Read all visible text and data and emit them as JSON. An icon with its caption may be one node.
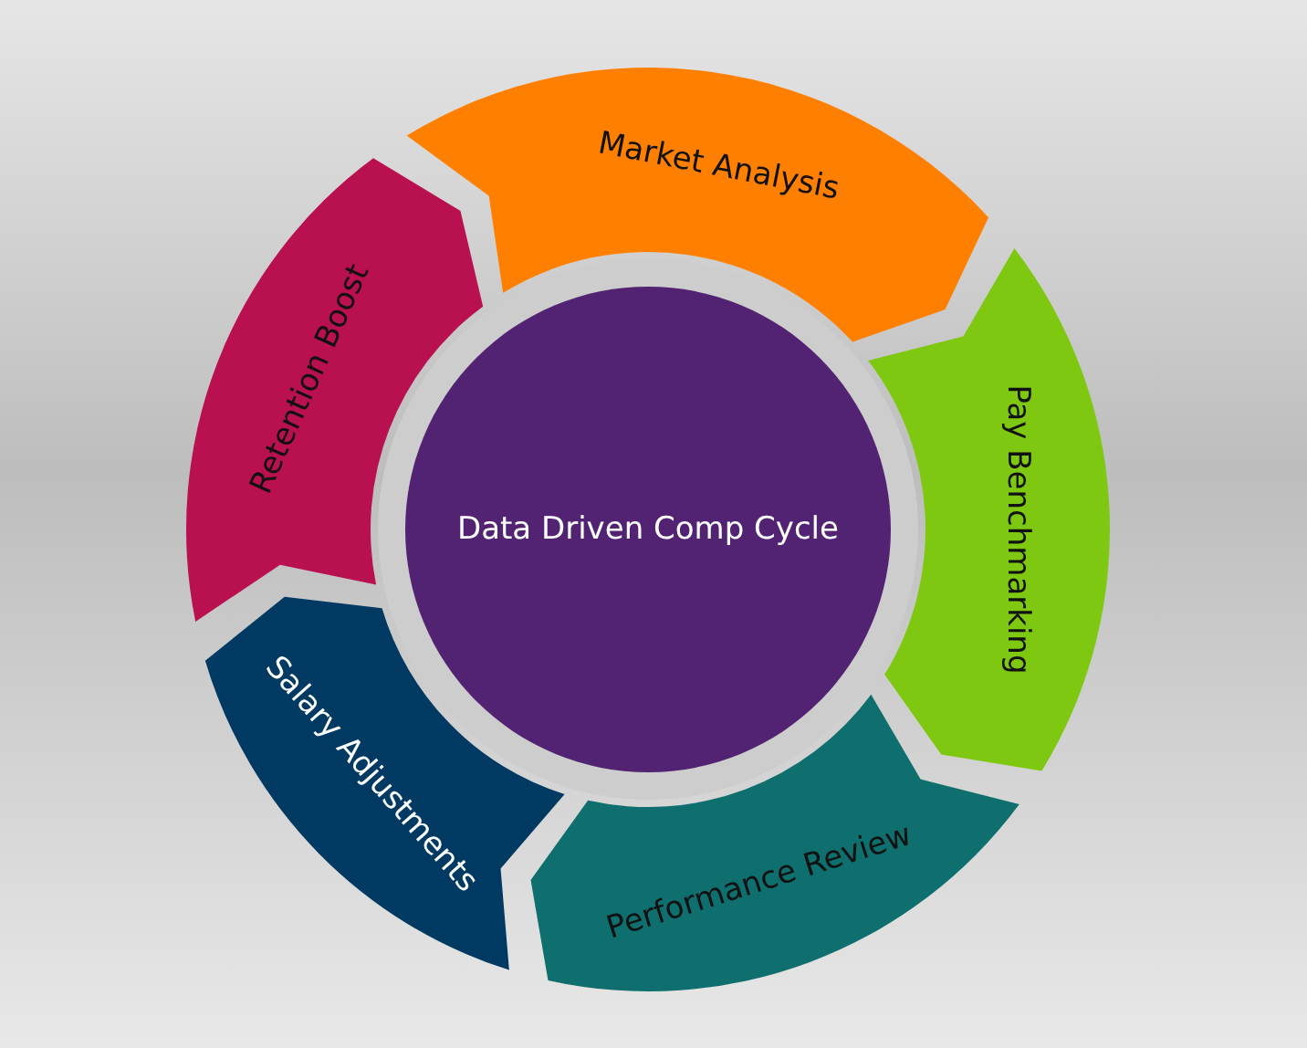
{
  "diagram": {
    "nodes": [
      {
        "text": [
          "Market Analysis"
        ]
      },
      {
        "text": [
          "Pay Benchmarking"
        ]
      },
      {
        "text": [
          "Performance Review"
        ]
      },
      {
        "text": [
          "Salary Adjustments"
        ]
      },
      {
        "text": [
          "Retention Boost"
        ]
      },
      {
        "text": [
          "Data Driven Comp Cycle"
        ]
      }
    ]
  }
}
